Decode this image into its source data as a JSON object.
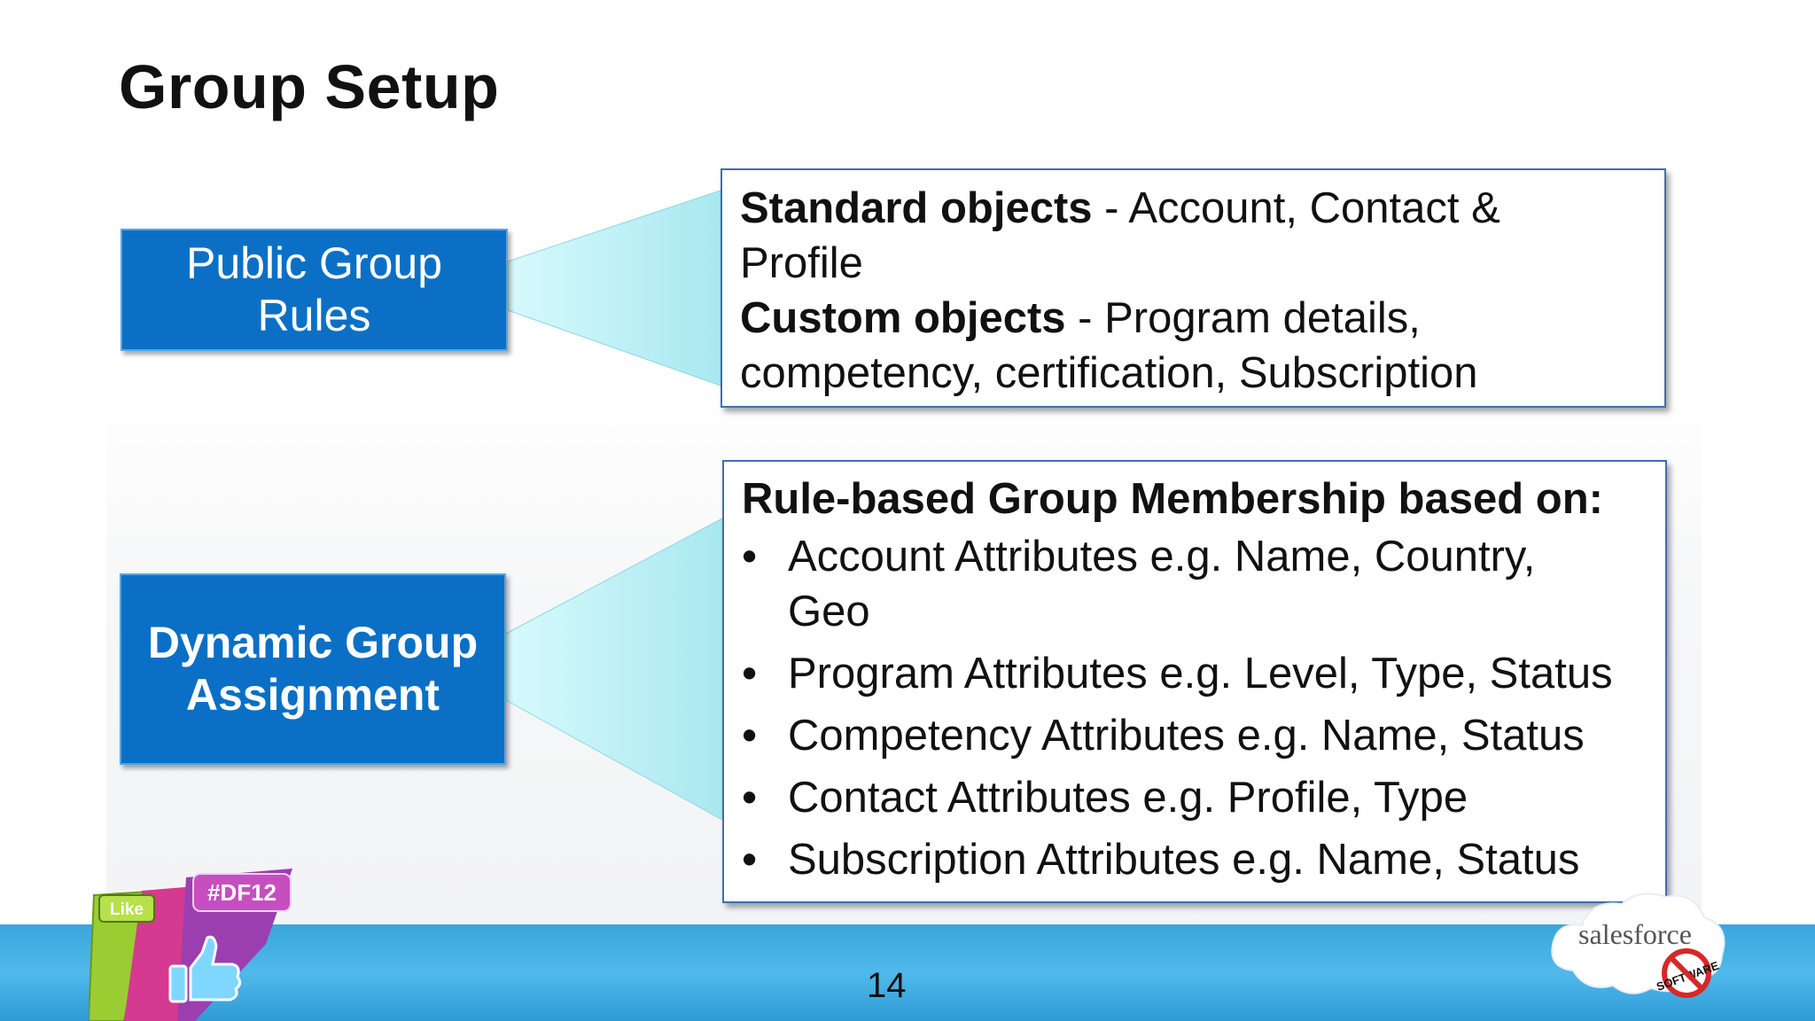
{
  "title": "Group Setup",
  "left_boxes": [
    {
      "lines": [
        "Public Group",
        "Rules"
      ]
    },
    {
      "lines": [
        "Dynamic Group",
        "Assignment"
      ]
    }
  ],
  "box1": {
    "lines": [
      {
        "bold": "Standard objects",
        "rest": " - Account, Contact &"
      },
      {
        "bold": "",
        "rest": "Profile"
      },
      {
        "bold": "Custom objects",
        "rest": " - Program details,"
      },
      {
        "bold": "",
        "rest": "competency, certification, Subscription"
      }
    ]
  },
  "box2": {
    "heading": "Rule-based Group Membership based on:",
    "bullets": [
      "Account Attributes e.g. Name, Country, Geo",
      "Program Attributes e.g. Level, Type, Status",
      "Competency Attributes e.g. Name, Status",
      "Contact Attributes e.g. Profile, Type",
      "Subscription Attributes e.g. Name, Status"
    ]
  },
  "page_number": "14",
  "logos": {
    "df12_badge": "#DF12",
    "like_badge": "Like",
    "salesforce": "salesforce",
    "no_software": "SOFTWARE"
  },
  "colors": {
    "box_blue": "#0b70c5",
    "border_blue": "#3d6fae",
    "connector_cyan": "#c8f3f7",
    "footer_blue": "#3aa6dc"
  }
}
